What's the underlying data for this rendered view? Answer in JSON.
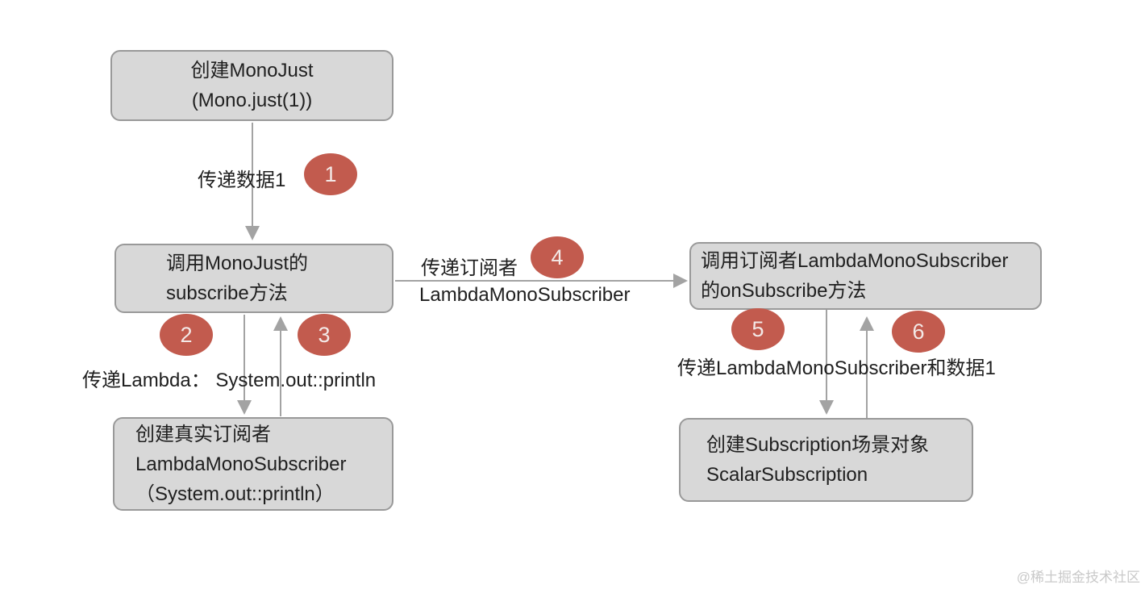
{
  "colors": {
    "canvas_bg": "#ffffff",
    "node_fill": "#d8d8d8",
    "node_border": "#999999",
    "arrow": "#a3a3a3",
    "badge_fill": "#c25b4e",
    "badge_text": "#f3e9e7",
    "text": "#1f1f1f",
    "watermark": "#c9c9c9"
  },
  "nodes": [
    {
      "id": "create-monojust",
      "lines": [
        "创建MonoJust",
        "(Mono.just(1))"
      ]
    },
    {
      "id": "call-subscribe",
      "lines": [
        "调用MonoJust的",
        "subscribe方法"
      ]
    },
    {
      "id": "create-subscriber",
      "lines": [
        "创建真实订阅者",
        "LambdaMonoSubscriber",
        "（System.out::println）"
      ]
    },
    {
      "id": "call-onsubscribe",
      "lines": [
        "调用订阅者LambdaMonoSubscriber",
        "的onSubscribe方法"
      ]
    },
    {
      "id": "create-subscription",
      "lines": [
        "创建Subscription场景对象",
        "ScalarSubscription"
      ]
    }
  ],
  "badges": [
    "1",
    "2",
    "3",
    "4",
    "5",
    "6"
  ],
  "edge_labels": {
    "pass_data": "传递数据1",
    "pass_lambda": "传递Lambda： System.out::println",
    "pass_subscriber_line1": "传递订阅者",
    "pass_subscriber_line2": "LambdaMonoSubscriber",
    "pass_subscriber_and_data": "传递LambdaMonoSubscriber和数据1"
  },
  "watermark": "@稀土掘金技术社区"
}
